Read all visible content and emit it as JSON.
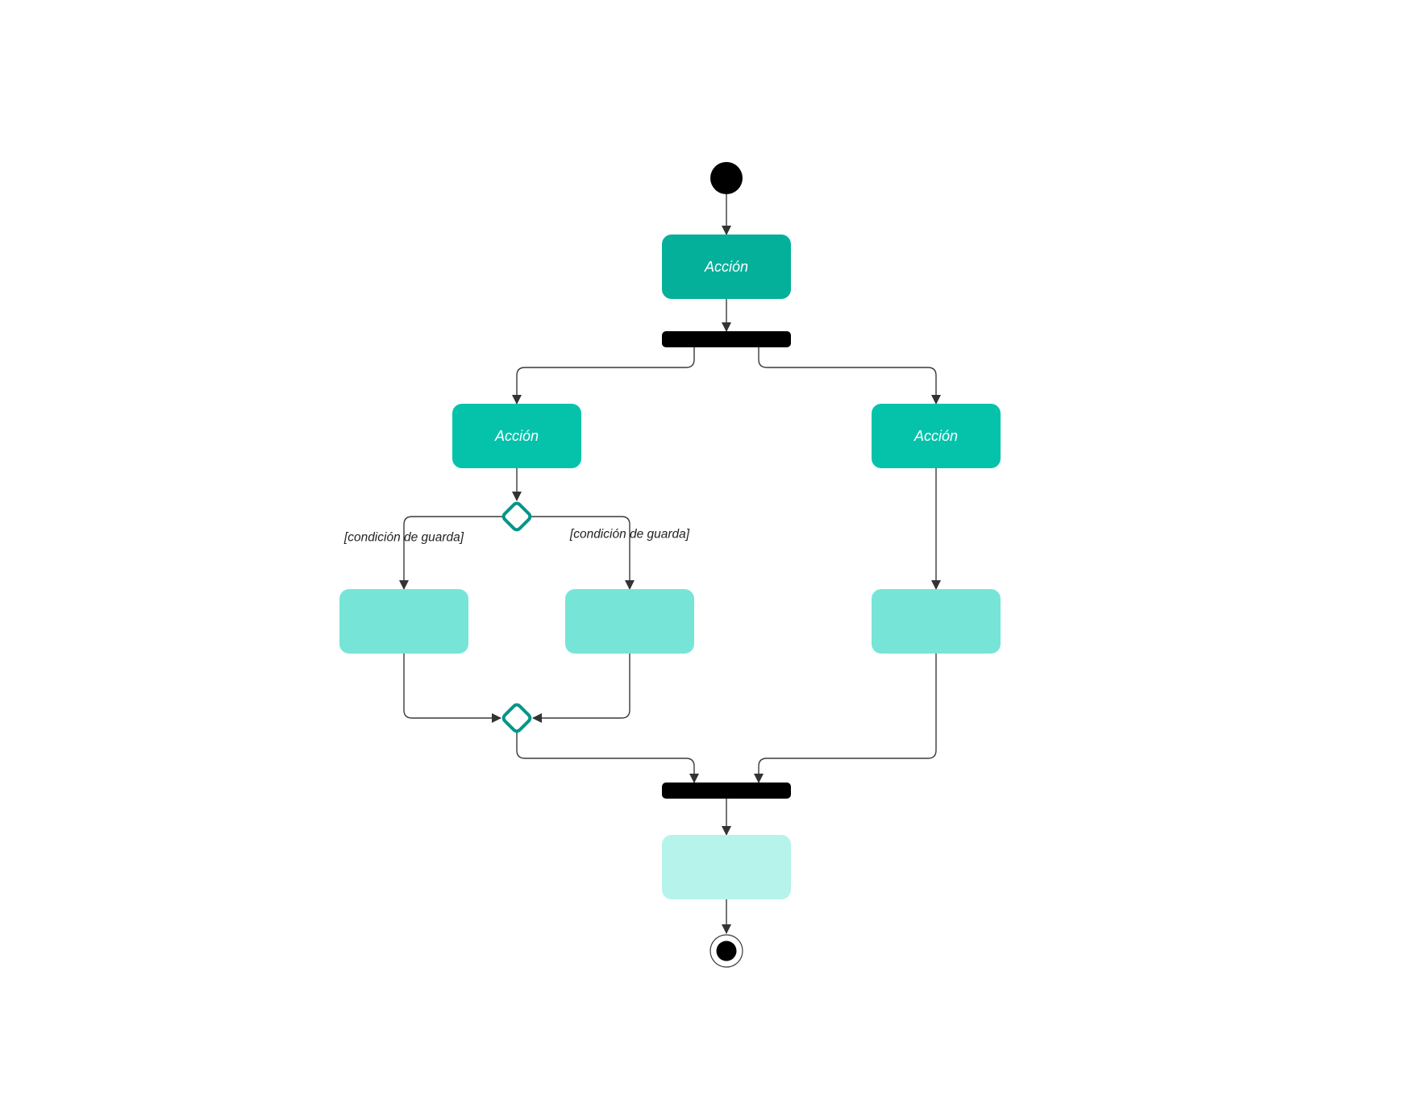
{
  "colors": {
    "action_dark": "#05b09b",
    "action_medium": "#05c3ab",
    "action_light": "#76e5d7",
    "action_lightest": "#b6f3eb",
    "decision_stroke": "#059688",
    "bar": "#000000",
    "edge": "#3a3a3a",
    "guard_text": "#222222"
  },
  "nodes": {
    "initial": {
      "type": "initial-node"
    },
    "action_top": {
      "label": "Acción",
      "fill": "action_dark"
    },
    "fork": {
      "type": "fork-bar"
    },
    "action_left": {
      "label": "Acción",
      "fill": "action_medium"
    },
    "action_right": {
      "label": "Acción",
      "fill": "action_medium"
    },
    "decision": {
      "type": "decision-node"
    },
    "branch_a": {
      "label": "",
      "fill": "action_light"
    },
    "branch_b": {
      "label": "",
      "fill": "action_light"
    },
    "branch_c": {
      "label": "",
      "fill": "action_light"
    },
    "merge": {
      "type": "merge-node"
    },
    "join": {
      "type": "join-bar"
    },
    "action_final": {
      "label": "",
      "fill": "action_lightest"
    },
    "final": {
      "type": "final-node"
    }
  },
  "guards": {
    "left": "[condición de guarda]",
    "right": "[condición de guarda]"
  }
}
